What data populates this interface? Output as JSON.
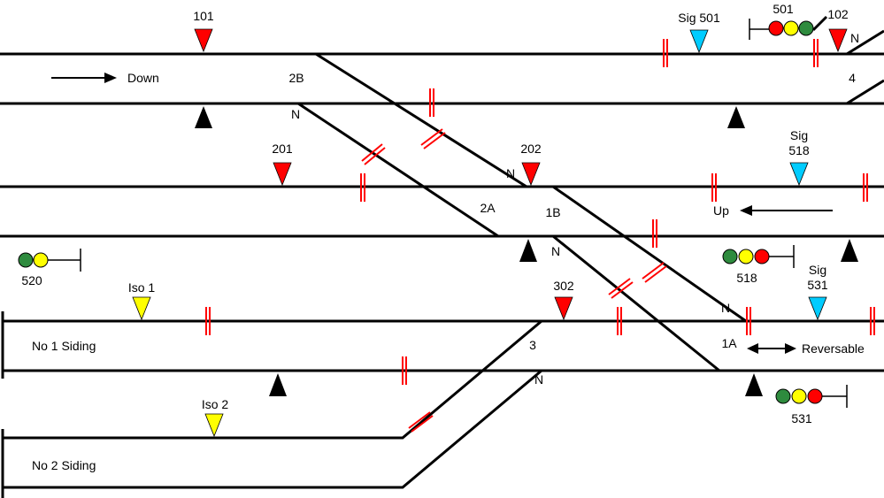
{
  "colors": {
    "track": "#000000",
    "isolation_joint": "#ff0000",
    "signal_red": "#ff0000",
    "signal_cyan": "#00ccff",
    "signal_yellow": "#ffff00",
    "aspect_green": "#2e8b3e",
    "aspect_yellow": "#ffff00",
    "aspect_red": "#ff0000"
  },
  "labels": {
    "sig101": "101",
    "sig102": "102",
    "sig201": "201",
    "sig202": "202",
    "sig302": "302",
    "sig501": "Sig 501",
    "sig518_line1": "Sig",
    "sig518_line2": "518",
    "sig531_line1": "Sig",
    "sig531_line2": "531",
    "iso1": "Iso 1",
    "iso2": "Iso 2",
    "head501": "501",
    "head520": "520",
    "head518": "518",
    "head531": "531",
    "down": "Down",
    "up": "Up",
    "reversable": "Reversable",
    "point_2b": "2B",
    "point_2a": "2A",
    "point_1b": "1B",
    "point_1a": "1A",
    "point_3": "3",
    "point_4": "4",
    "normal": "N",
    "siding1": "No 1 Siding",
    "siding2": "No 2 Siding"
  }
}
